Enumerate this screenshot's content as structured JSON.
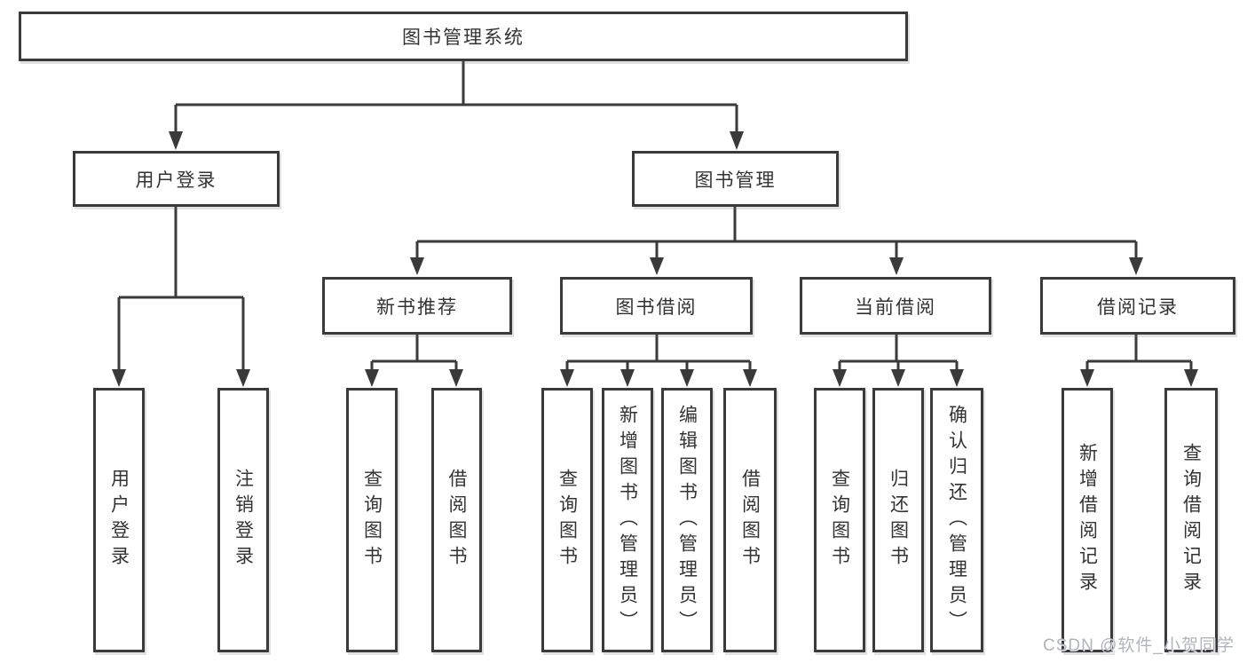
{
  "colors": {
    "background": "#ffffff",
    "line": "#3a3a3a",
    "box_border": "#3a3a3a",
    "text": "#333333",
    "watermark": "#b1b4b9"
  },
  "diagram": {
    "root": {
      "label": "图书管理系统"
    },
    "level2": {
      "user_login": {
        "label": "用户登录"
      },
      "book_management": {
        "label": "图书管理"
      }
    },
    "level3": {
      "new_book_recommend": {
        "label": "新书推荐"
      },
      "book_borrow": {
        "label": "图书借阅"
      },
      "current_borrow": {
        "label": "当前借阅"
      },
      "borrow_records": {
        "label": "借阅记录"
      }
    },
    "leaves": {
      "login": [
        "用户登录",
        "注销登录"
      ],
      "recommend": [
        "查询图书",
        "借阅图书"
      ],
      "borrow": [
        "查询图书",
        "新增图书（管理员）",
        "编辑图书（管理员）",
        "借阅图书"
      ],
      "current": [
        "查询图书",
        "归还图书",
        "确认归还（管理员）"
      ],
      "records": [
        "新增借阅记录",
        "查询借阅记录"
      ]
    }
  },
  "watermark": {
    "text": "CSDN @软件_小贺同学"
  }
}
